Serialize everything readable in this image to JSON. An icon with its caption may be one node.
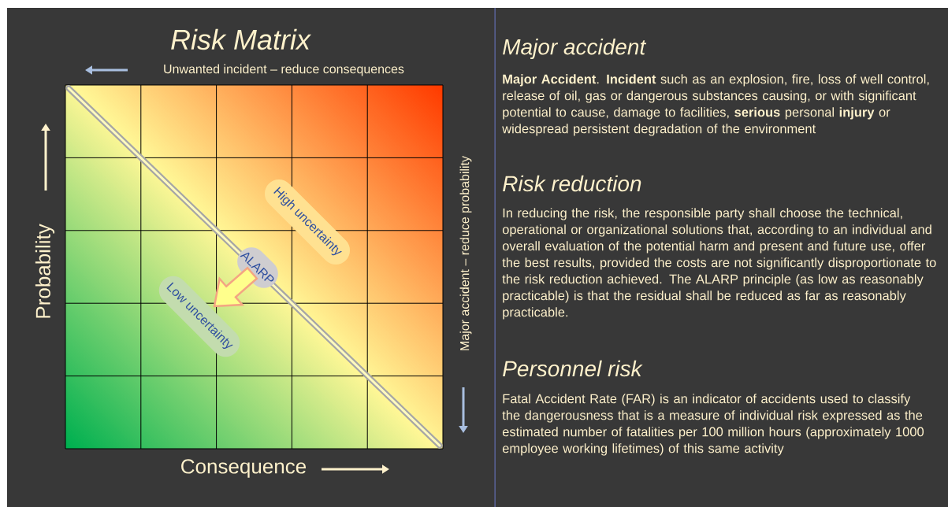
{
  "diagram": {
    "title": "Risk Matrix",
    "nodes": [
      {
        "text": [
          "High uncertainty"
        ]
      },
      {
        "text": [
          "ALARP"
        ]
      },
      {
        "text": [
          "Low uncertainty"
        ]
      }
    ],
    "edges": [
      {
        "from": 1,
        "to": 2,
        "arrow": "to"
      }
    ],
    "labels": [
      "Unwanted incident – reduce consequences",
      "Probability",
      "Major accident – reduce probability",
      "Consequence",
      "Major accident",
      "**Major Accident**. **Incident** such as an explosion, fire, loss of well control, release of oil, gas or dangerous substances causing, or with significant potential to cause, damage to facilities, **serious** personal **injury** or widespread persistent degradation of the environment",
      "Risk reduction",
      "In reducing the risk, the responsible party shall choose the technical, operational or organizational solutions that, according to an individual and overall evaluation of the potential harm and present and future use, offer the best results, provided the costs are not significantly disproportionate to the risk reduction achieved. The ALARP principle (as low as reasonably practicable) is that the residual shall be reduced as far as reasonably practicable.",
      "Personnel risk",
      "Fatal Accident Rate (FAR) is an indicator of accidents used to classify the dangerousness that is a measure of individual risk expressed as the estimated number of fatalities per 100 million hours (approximately 1000 employee working lifetimes) of this same activity"
    ]
  }
}
